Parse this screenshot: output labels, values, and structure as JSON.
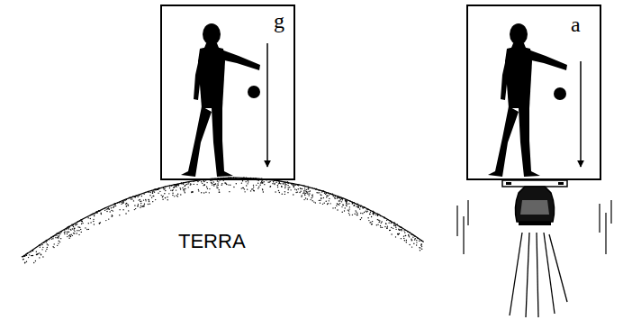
{
  "diagram": {
    "nodes": [
      {
        "text": [
          "g"
        ]
      },
      {
        "text": [
          "a"
        ]
      },
      {
        "text": [
          "TERRA"
        ]
      }
    ]
  }
}
